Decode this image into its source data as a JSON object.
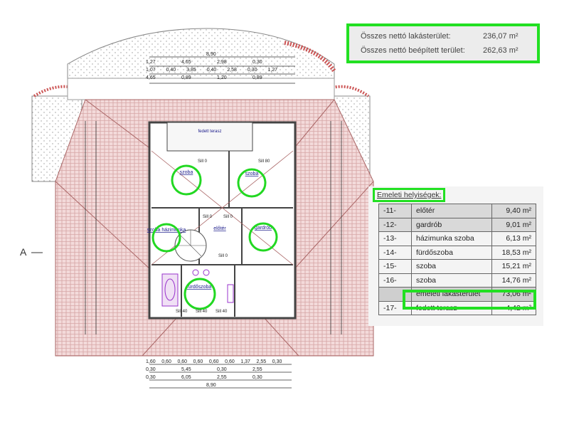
{
  "totals": {
    "rows": [
      {
        "label": "Összes nettó lakásterület:",
        "value": "236,07 m²"
      },
      {
        "label": "Összes nettó beépített terület:",
        "value": "262,63 m²"
      }
    ]
  },
  "rooms_table": {
    "title": "Emeleti helyiségek:",
    "rows": [
      {
        "num": "-11-",
        "name": "előtér",
        "area": "9,40 m²"
      },
      {
        "num": "-12-",
        "name": "gardrób",
        "area": "9,01 m²"
      },
      {
        "num": "-13-",
        "name": "házimunka  szoba",
        "area": "6,13 m²"
      },
      {
        "num": "-14-",
        "name": "fürdőszoba",
        "area": "18,53 m²"
      },
      {
        "num": "-15-",
        "name": "szoba",
        "area": "15,21 m²"
      },
      {
        "num": "-16-",
        "name": "szoba",
        "area": "14,76 m²"
      }
    ],
    "subtotal": {
      "name": "emeleti lakásterület",
      "area": "73,06 m²"
    },
    "terrace": {
      "num": "-17-",
      "name": "fedett terasz",
      "area": "4,42 m²"
    }
  },
  "plan": {
    "section_marker": "A",
    "rooms": {
      "terrace": "fedett terasz",
      "room15": "szoba",
      "room16": "szoba",
      "utility": "szoba házimunka",
      "hall": "előtér",
      "wardrobe": "gardrób",
      "bath": "fürdőszoba"
    },
    "top_dims": [
      "8,90",
      "1,27",
      "4,65",
      "2,98",
      "0,30",
      "1,07",
      "0,40",
      "3,85",
      "0,40",
      "2,58",
      "0,30",
      "1,27",
      "4,65",
      "0,89",
      "1,20",
      "0,89"
    ],
    "bottom_dims": [
      "1,60",
      "0,60",
      "0,60",
      "0,60",
      "0,60",
      "0,60",
      "1,37",
      "2,55",
      "0,30",
      "0,30",
      "5,45",
      "0,30",
      "2,55",
      "0,30",
      "6,05",
      "2,55",
      "0,30",
      "8,90"
    ],
    "sills": [
      "Sill 0",
      "Sill 80",
      "Sill 0",
      "Sill 0",
      "Sill 0",
      "Sill 40",
      "Sill 40",
      "Sill 40"
    ]
  }
}
